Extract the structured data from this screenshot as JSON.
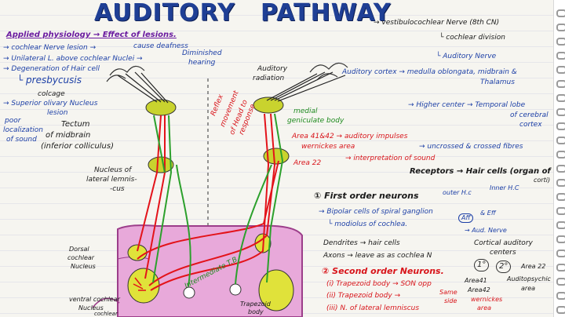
{
  "title": {
    "word1": "AUDITORY",
    "word2": "PATHWAY"
  },
  "left_notes": {
    "heading": "Applied physiology → Effect of lesions.",
    "l1a": "→ cochlear Nerve lesion →",
    "l1b": "cause deafness",
    "l2a": "→ Unilateral L. above cochlear Nuclei →",
    "l2b": "Diminished",
    "l2c": "hearing",
    "l3": "→ Degeneration of Hair cell",
    "l4": "└ presbycusis",
    "l5": "colcage",
    "l6": "→ Superior olivary Nucleus",
    "l6b": "lesion",
    "poor1": "poor",
    "poor2": "localization",
    "poor3": "of sound"
  },
  "diagram": {
    "tectum1": "Tectum",
    "tectum2": "of midbrain",
    "tectum3": "(inferior colliculus)",
    "lemn1": "Nucleus of",
    "lemn2": "lateral lemnis-",
    "lemn3": "-cus",
    "dorsal1": "Dorsal",
    "dorsal2": "cochlear",
    "dorsal3": "Nucleus",
    "ventral1": "ventral cochlear",
    "ventral2": "Nucleus",
    "cochlea": "cochlear",
    "intermediate": "Intermediate T.B",
    "trap1": "Trapezoid",
    "trap2": "body",
    "reflex1": "Reflex",
    "reflex2": "movement",
    "reflex3": "of Head to",
    "reflex4": "response",
    "radiation1": "Auditory",
    "radiation2": "radiation",
    "mgb1": "medial",
    "mgb2": "geniculate body"
  },
  "right_notes": {
    "vestib": "→ vestibulocochlear Nerve (8th CN)",
    "cochdiv": "└ cochlear division",
    "audnerve": "└ Auditory Nerve",
    "cortex": "Auditory cortex → medulla oblongata, midbrain &",
    "thal": "Thalamus",
    "higher": "→ Higher center → Temporal lobe",
    "cereb1": "of cerebral",
    "cereb2": "cortex",
    "area41": "Area 41&42 → auditory impulses",
    "wern": "wernickes area",
    "uncross": "→ uncrossed & crossed fibres",
    "area22": "Area 22",
    "interp": "→ interpretation of sound",
    "receptors": "Receptors → Hair cells (organ of",
    "corti": "corti)",
    "first": "① First order neurons",
    "outer": "outer H.c",
    "inner": "Inner H.C",
    "bipolar": "→ Bipolar cells of spiral ganglion",
    "modiolus": "└ modiolus of cochlea.",
    "aff": "Aff",
    "eff": "& Eff",
    "audnerve2": "→ Aud. Nerve",
    "dendrites": "Dendrites → hair cells",
    "axons": "Axons → leave as as cochlea N",
    "second": "② Second order Neurons.",
    "cortical1": "Cortical auditory",
    "cortical2": "centers",
    "c1": "1°",
    "c2": "2°",
    "area22b": "Area 22",
    "i1": "(i) Trapezoid body → SON opp",
    "i2": "(ii) Trapezoid body →",
    "same": "Same",
    "side": "side",
    "i3": "(iii) N. of lateral lemniscus",
    "area41b": "Area41",
    "area42b": "Area42",
    "wernickes": "wernickes",
    "areaw": "area",
    "psych1": "Auditopsychic",
    "psych2": "area"
  }
}
